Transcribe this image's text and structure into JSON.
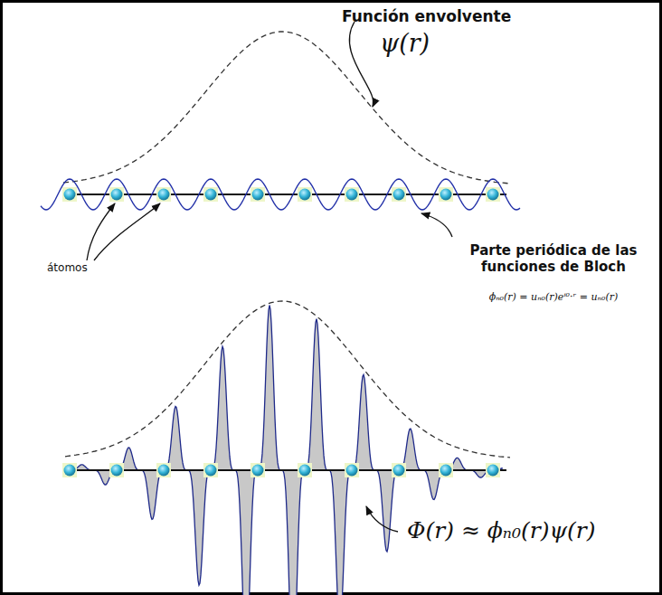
{
  "diagram": {
    "labels": [
      "Función envolvente",
      "ψ(r)",
      "átomos",
      "Parte periódica de las funciones de Bloch",
      "ϕₙ₀(r) = uₙ₀(r)eⁱ⁰·ʳ = uₙ₀(r)",
      "Φ(r) ≈ ϕₙ₀(r)ψ(r)"
    ]
  }
}
